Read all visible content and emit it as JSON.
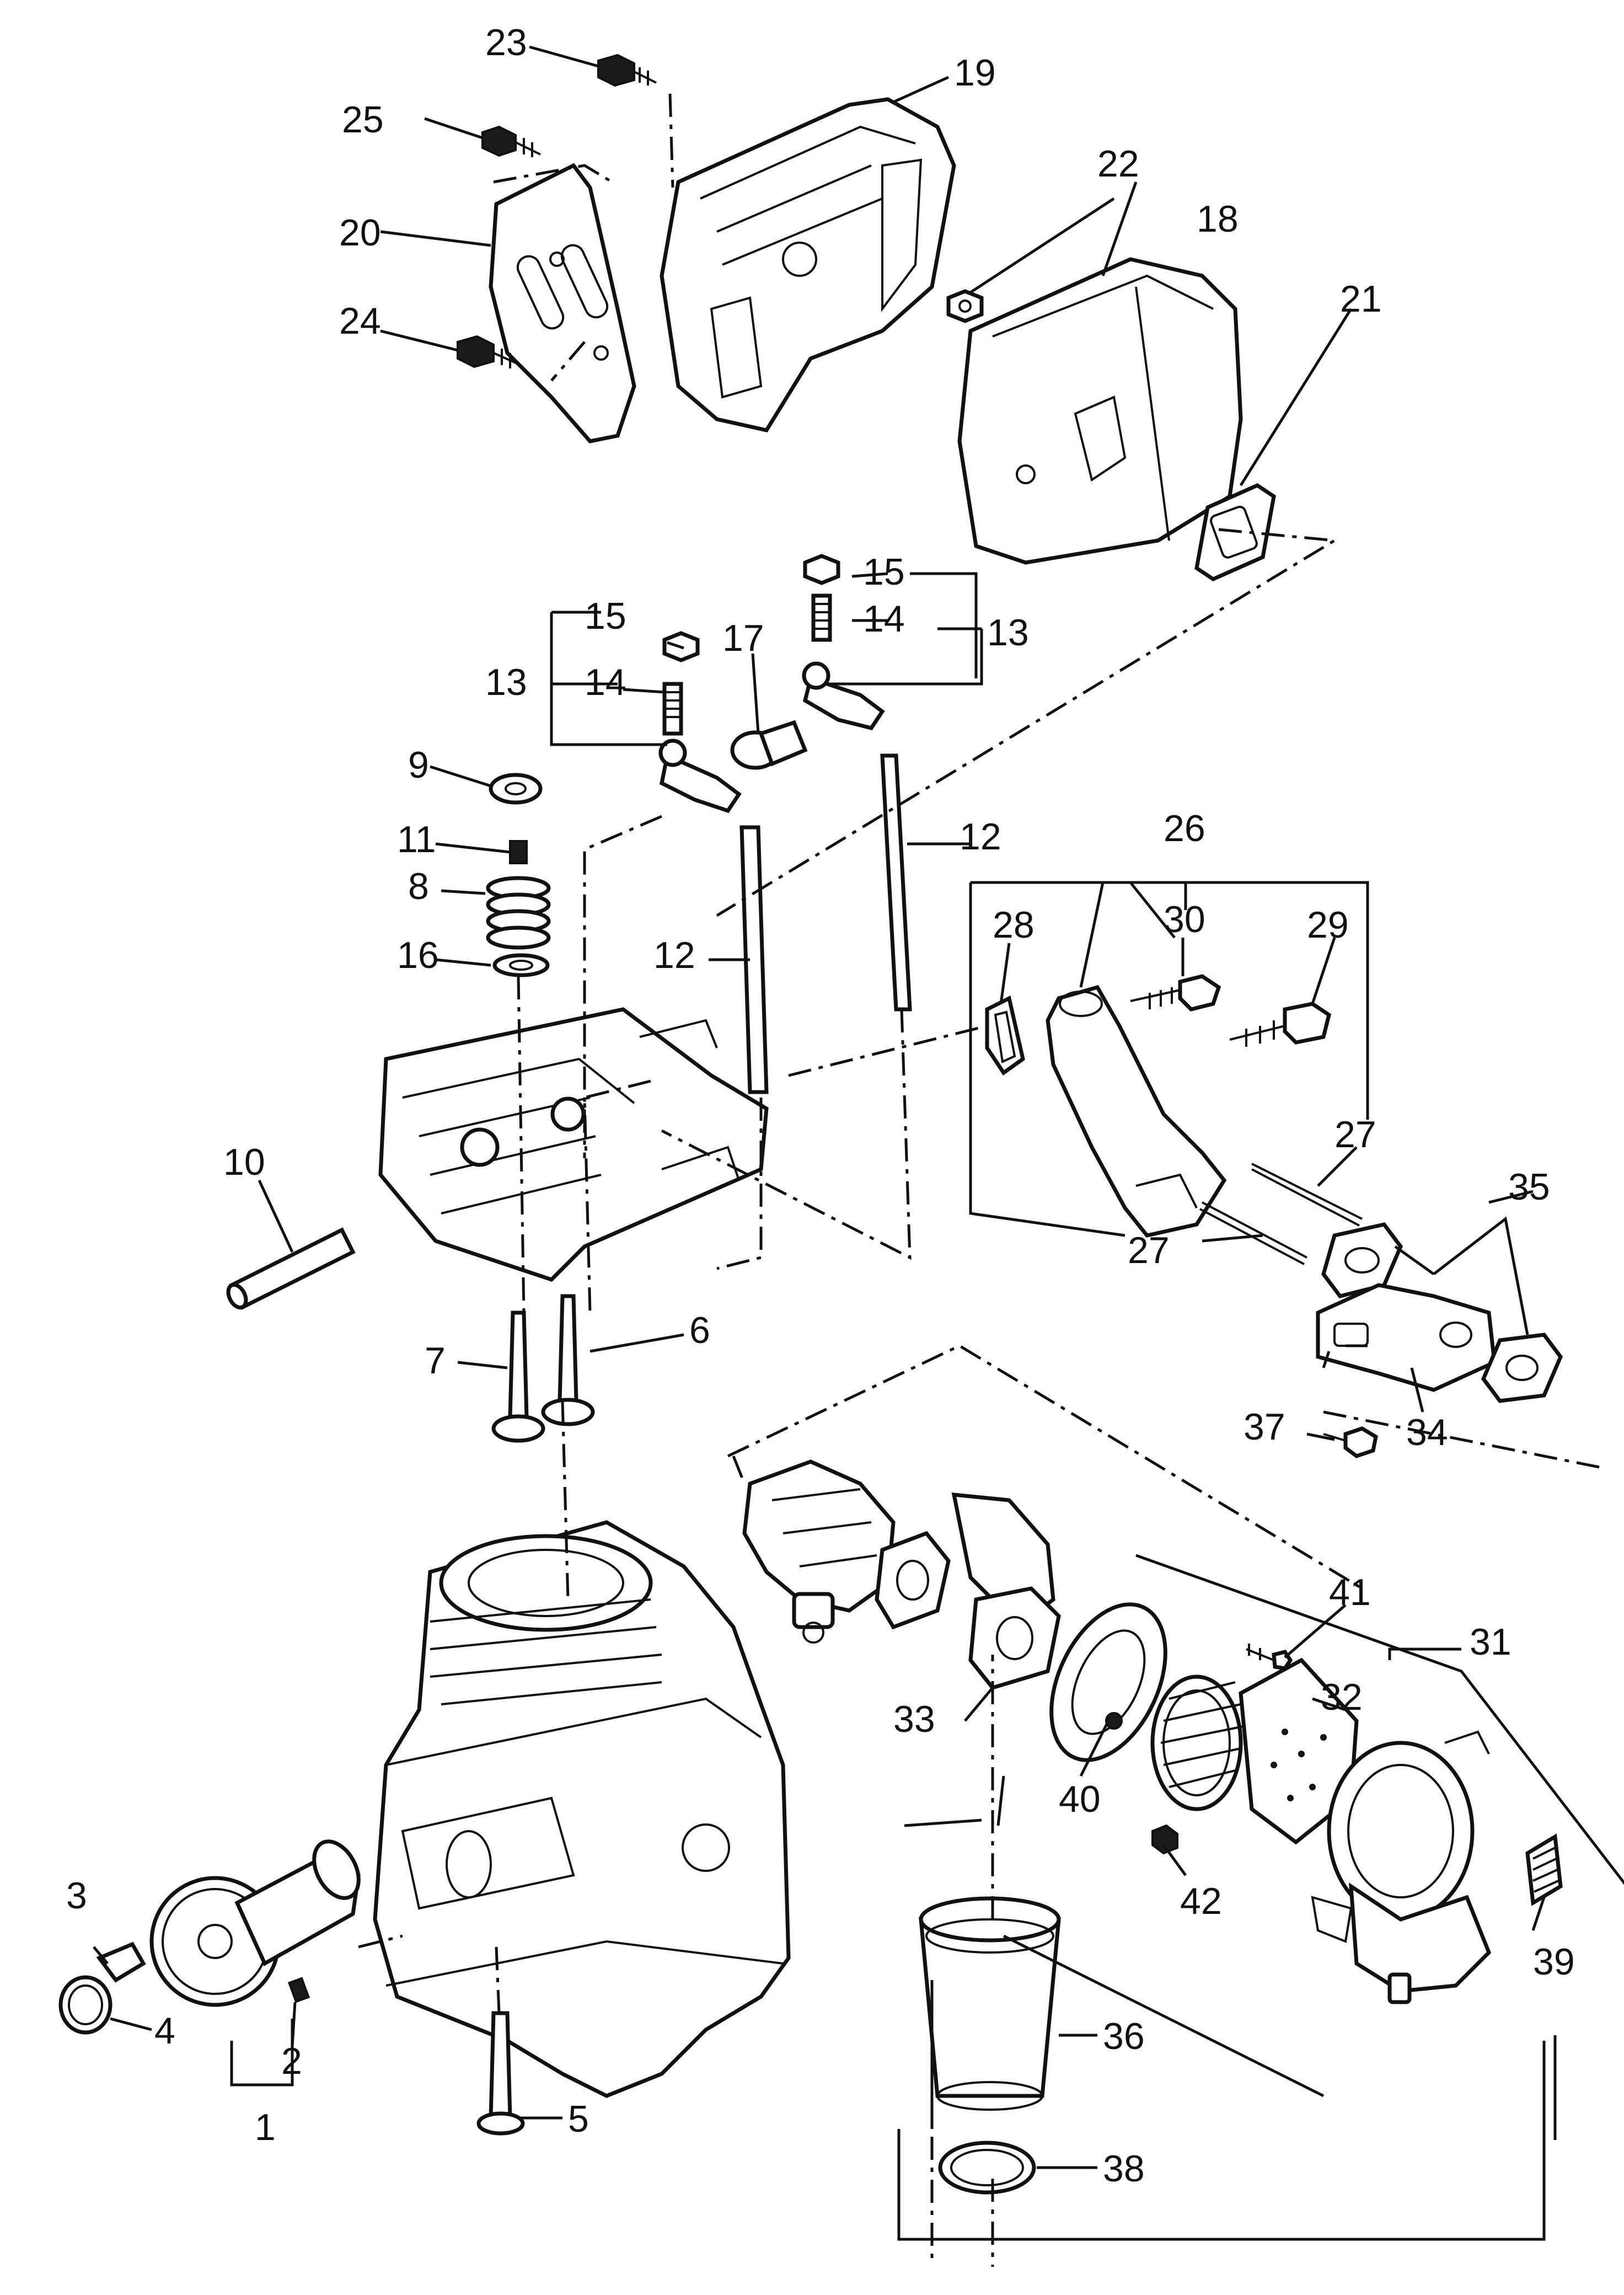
{
  "diagram": {
    "part_labels": {
      "1": "1",
      "2": "2",
      "3": "3",
      "4": "4",
      "5": "5",
      "6": "6",
      "7": "7",
      "8": "8",
      "9": "9",
      "10": "10",
      "11": "11",
      "12a": "12",
      "12b": "12",
      "13a": "13",
      "13b": "13",
      "14a": "14",
      "14b": "14",
      "15a": "15",
      "15b": "15",
      "16": "16",
      "17": "17",
      "18": "18",
      "19": "19",
      "20": "20",
      "21": "21",
      "22": "22",
      "23": "23",
      "24": "24",
      "25": "25",
      "26": "26",
      "27a": "27",
      "27b": "27",
      "28": "28",
      "29": "29",
      "30": "30",
      "31": "31",
      "32": "32",
      "33": "33",
      "34": "34",
      "35": "35",
      "36": "36",
      "37": "37",
      "38": "38",
      "39": "39",
      "40": "40",
      "41": "41",
      "42": "42"
    }
  }
}
